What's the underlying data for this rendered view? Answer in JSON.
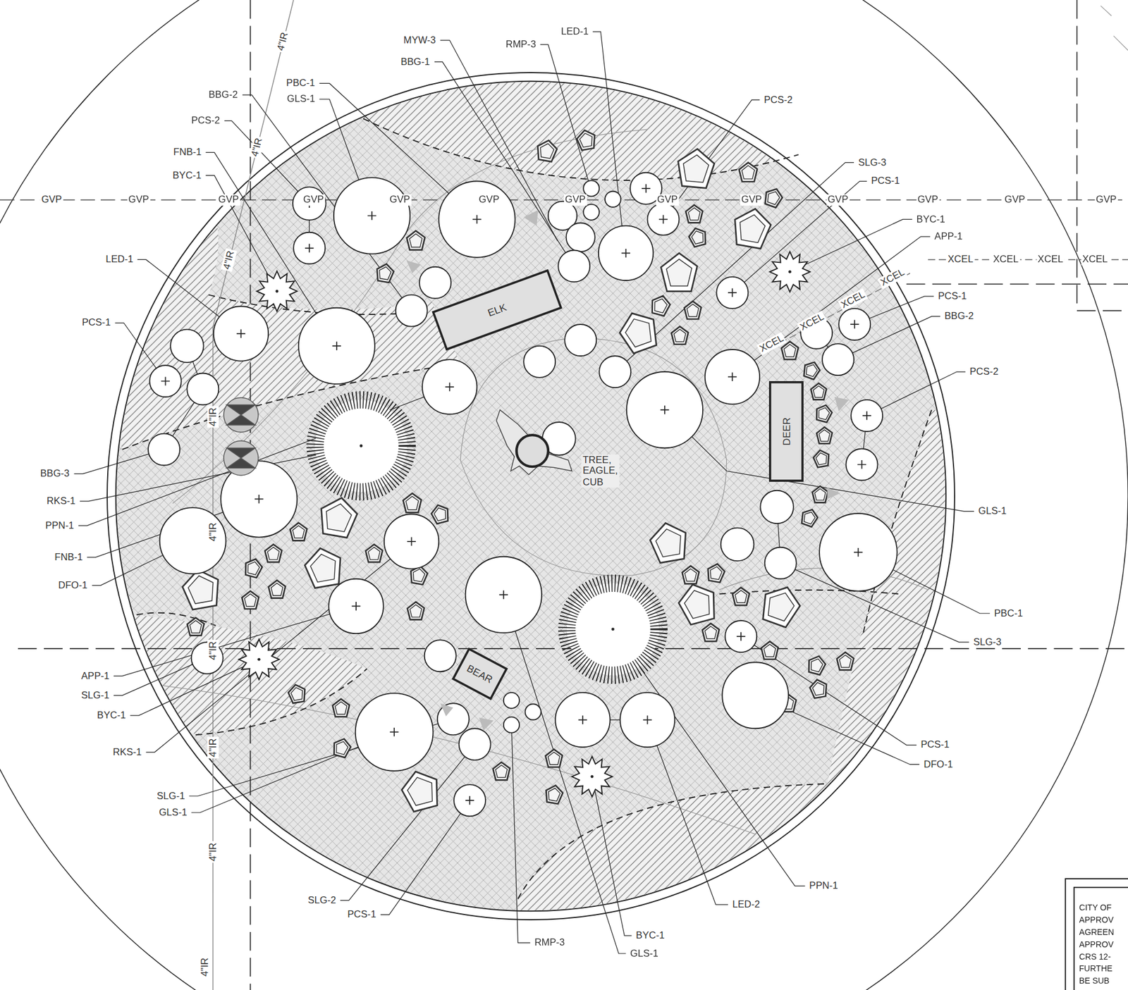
{
  "diagram": {
    "nodes": [
      {
        "text": [
          "ELK"
        ]
      },
      {
        "text": [
          "DEER"
        ]
      },
      {
        "text": [
          "BEAR"
        ]
      }
    ],
    "labels": [
      "MYW-3",
      "RMP-3",
      "LED-1",
      "BBG-1",
      "PCS-2",
      "PBC-1",
      "GLS-1",
      "BBG-2",
      "PCS-2",
      "SLG-3",
      "FNB-1",
      "BYC-1",
      "PCS-1",
      "BYC-1",
      "APP-1",
      "LED-1",
      "PCS-1",
      "BBG-2",
      "PCS-1",
      "PCS-2",
      "TREE, EAGLE, CUB",
      "BBG-3",
      "RKS-1",
      "GLS-1",
      "PPN-1",
      "FNB-1",
      "DFO-1",
      "PBC-1",
      "SLG-3",
      "APP-1",
      "SLG-1",
      "BYC-1",
      "PCS-1",
      "RKS-1",
      "DFO-1",
      "SLG-1",
      "GLS-1",
      "PPN-1",
      "SLG-2",
      "LED-2",
      "PCS-1",
      "BYC-1",
      "RMP-3",
      "GLS-1",
      "GVP",
      "GVP",
      "GVP",
      "GVP",
      "GVP",
      "GVP",
      "GVP",
      "GVP",
      "GVP",
      "GVP",
      "GVP",
      "GVP",
      "GVP",
      "XCEL",
      "XCEL",
      "XCEL",
      "XCEL",
      "XCEL",
      "XCEL",
      "XCEL",
      "XCEL",
      "4\"IR",
      "4\"IR",
      "4\"IR",
      "4\"IR",
      "4\"IR",
      "4\"IR",
      "4\"IR",
      "4\"IR",
      "4\"IR",
      "CITY OF",
      "APPROV",
      "AGREEN",
      "APPROV",
      "CRS 12-",
      "FURTHE",
      "BE SUB"
    ]
  }
}
